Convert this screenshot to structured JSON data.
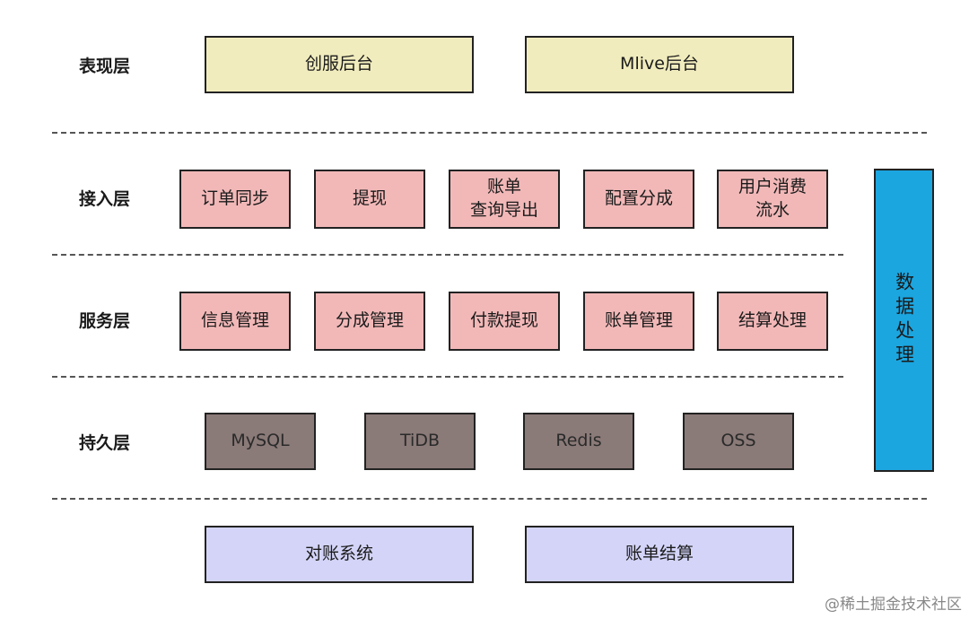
{
  "layers": {
    "presentation": "表现层",
    "access": "接入层",
    "service": "服务层",
    "persistence": "持久层"
  },
  "presentation_boxes": [
    "创服后台",
    "Mlive后台"
  ],
  "access_boxes": [
    "订单同步",
    "提现",
    "账单\n查询导出",
    "配置分成",
    "用户消费\n流水"
  ],
  "service_boxes": [
    "信息管理",
    "分成管理",
    "付款提现",
    "账单管理",
    "结算处理"
  ],
  "persistence_boxes": [
    "MySQL",
    "TiDB",
    "Redis",
    "OSS"
  ],
  "bottom_boxes": [
    "对账系统",
    "账单结算"
  ],
  "side_box": "数据处理",
  "watermark": "@稀土掘金技术社区",
  "colors": {
    "presentation": "#f1ecbd",
    "access": "#f2b8b8",
    "service": "#f2b8b8",
    "persistence": "#8a7a78",
    "bottom": "#d3d4f7",
    "side": "#1ba6e0"
  }
}
